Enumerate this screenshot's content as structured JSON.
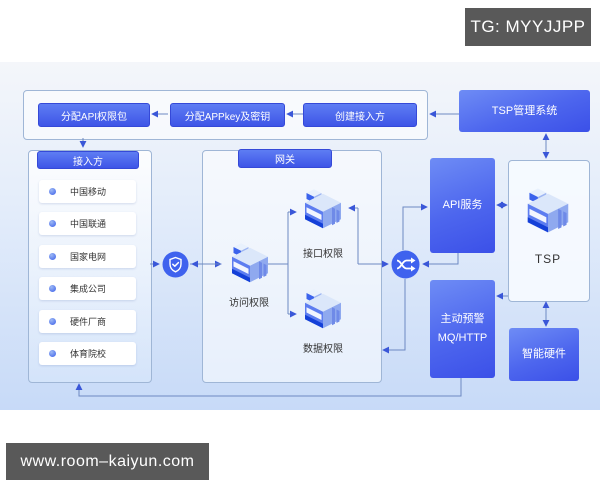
{
  "watermarks": {
    "top_right": "TG: MYYJJPP",
    "bottom_left": "www.room–kaiyun.com"
  },
  "top_flow": {
    "step1": "分配API权限包",
    "step2": "分配APPkey及密钥",
    "step3": "创建接入方"
  },
  "tsp_management": {
    "label": "TSP管理系统"
  },
  "access_panel": {
    "title": "接入方",
    "items": [
      "中国移动",
      "中国联通",
      "国家电网",
      "集成公司",
      "硬件厂商",
      "体育院校"
    ]
  },
  "gateway_panel": {
    "title": "网关",
    "access_node": "访问权限",
    "interface_node": "接口权限",
    "data_node": "数据权限"
  },
  "api_service": {
    "label": "API服务"
  },
  "tsp_panel": {
    "label": "TSP"
  },
  "alert_box": {
    "line1": "主动预警",
    "line2": "MQ/HTTP"
  },
  "smart_hardware": {
    "label": "智能硬件"
  },
  "colors": {
    "accent_blue": "#4d66ee",
    "wire_blue": "#6d89c2",
    "arrow_blue": "#3a57d8",
    "badge_gray": "#595959",
    "panel_border": "#9fb6d6"
  }
}
